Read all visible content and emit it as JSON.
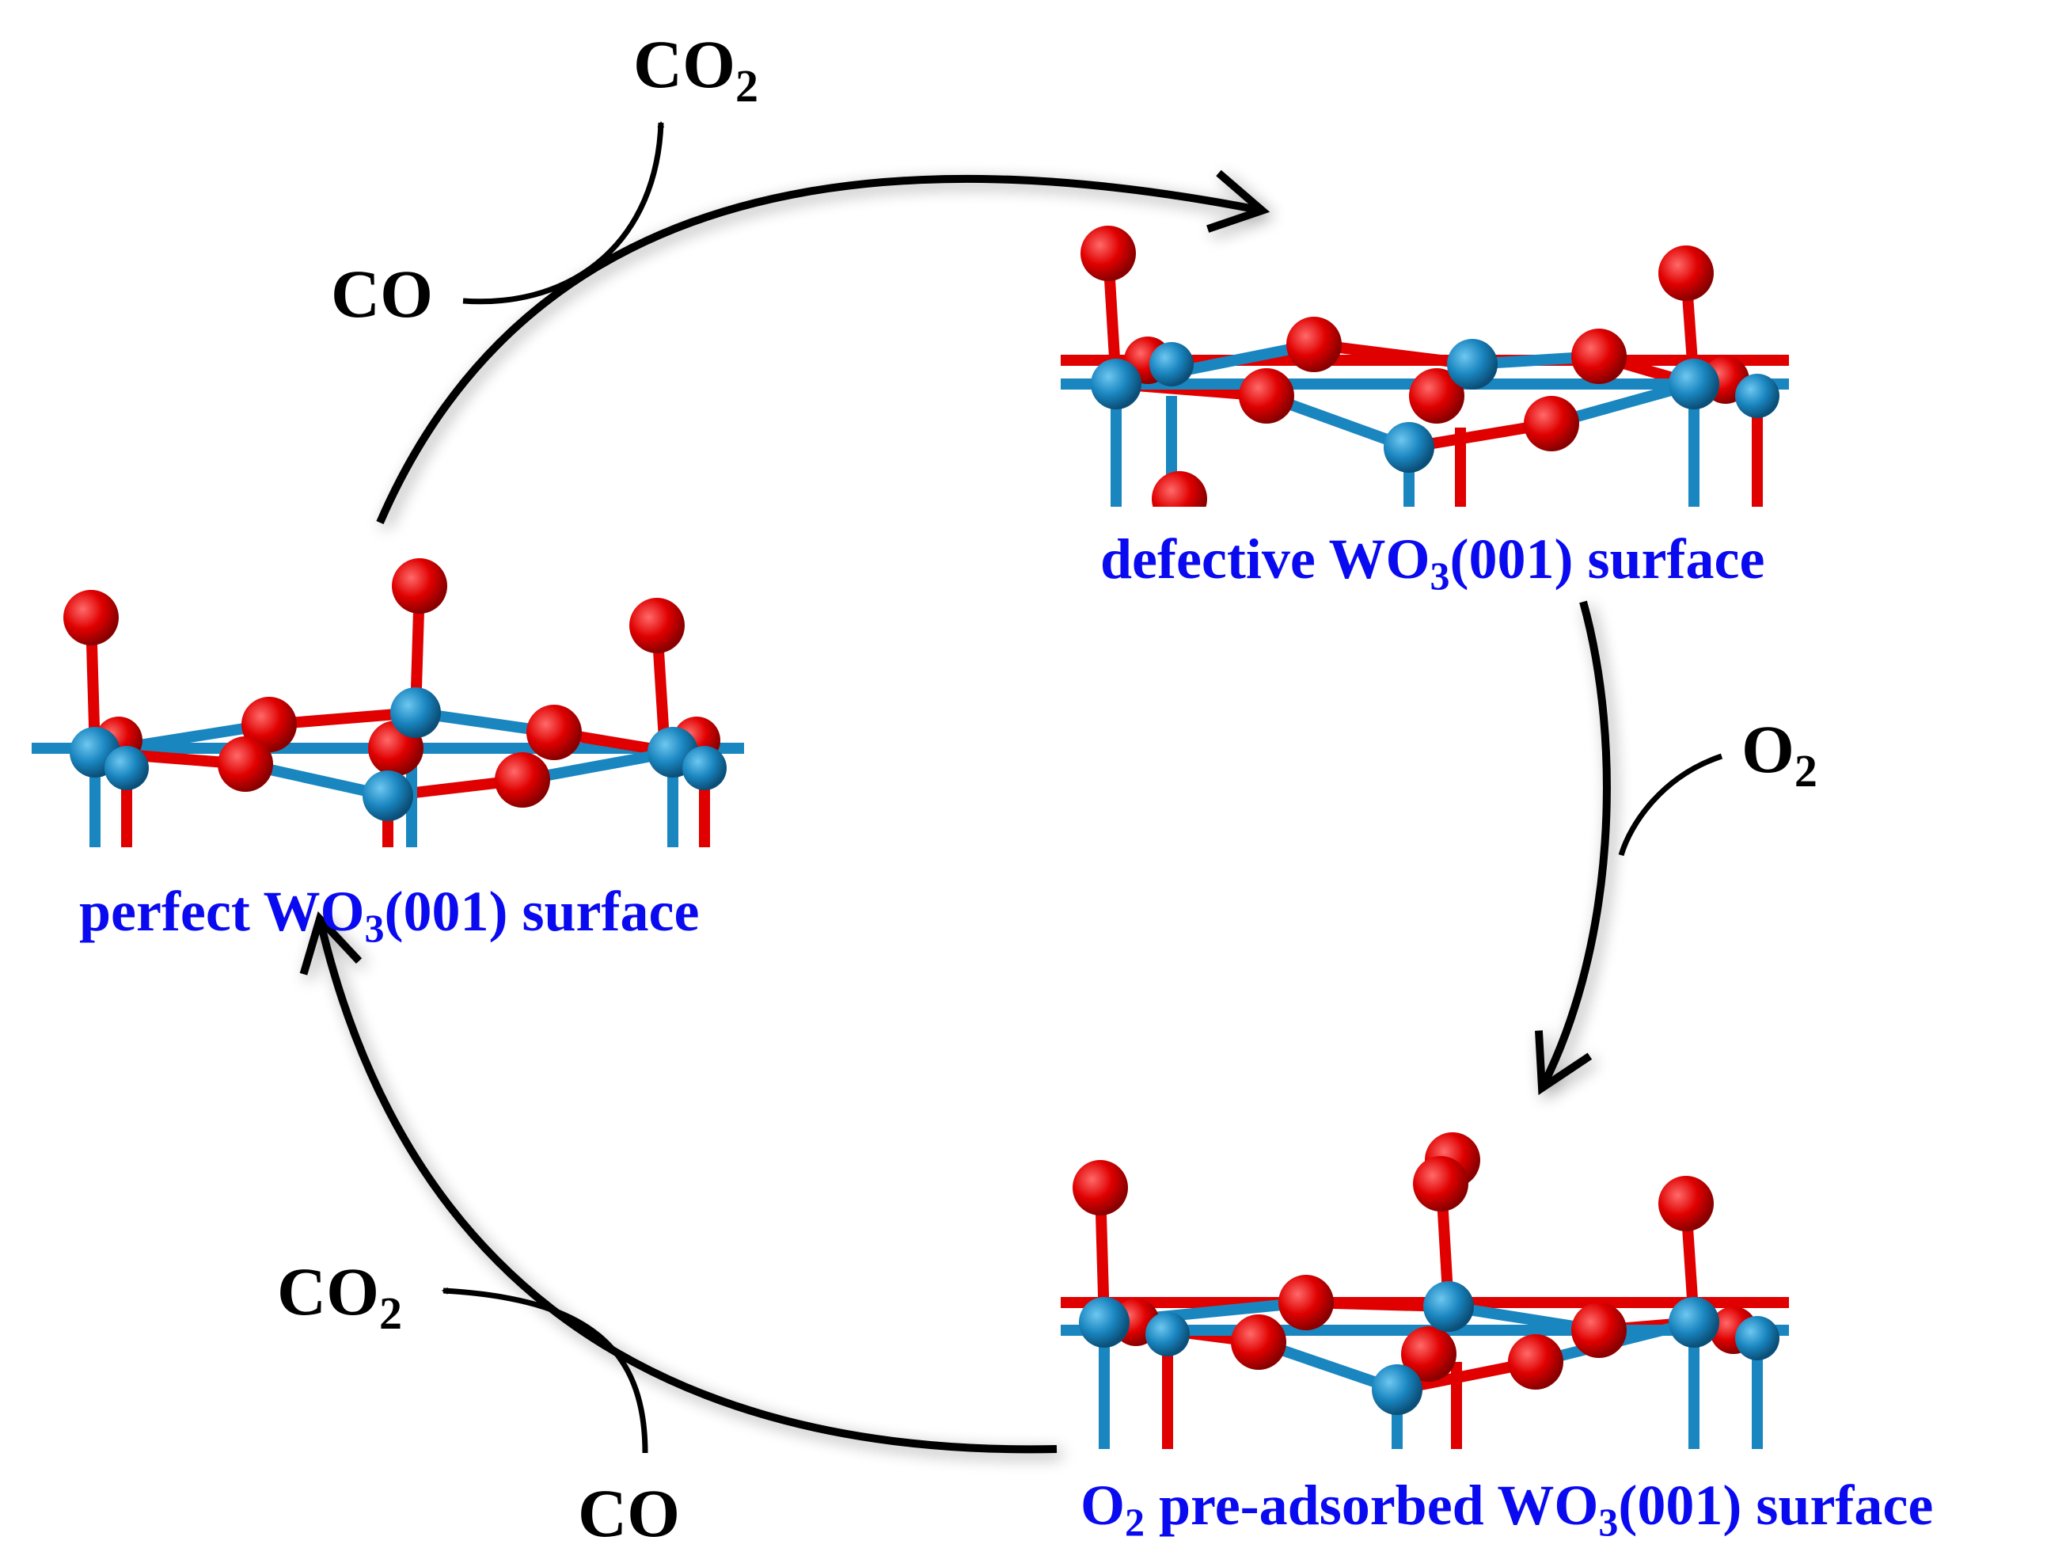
{
  "title": "",
  "colors": {
    "arrow": "#000000",
    "label_blue": "#0a0af0",
    "oxygen_atom": "#e00000",
    "tungsten_atom": "#1a86c0"
  },
  "surfaces": {
    "perfect": {
      "label_pre": "perfect WO",
      "label_sub": "3",
      "label_post": "(001) surface"
    },
    "defective": {
      "label_pre": "defective WO",
      "label_sub": "3",
      "label_post": "(001) surface"
    },
    "preadsorbed": {
      "label_o": "O",
      "label_o_sub": "2",
      "label_pre": " pre-adsorbed WO",
      "label_sub": "3",
      "label_post": "(001) surface"
    }
  },
  "reactants": {
    "top": {
      "in": "CO",
      "out_pre": "CO",
      "out_sub": "2"
    },
    "right": {
      "in_pre": "O",
      "in_sub": "2"
    },
    "bottom": {
      "in": "CO",
      "out_pre": "CO",
      "out_sub": "2"
    }
  }
}
